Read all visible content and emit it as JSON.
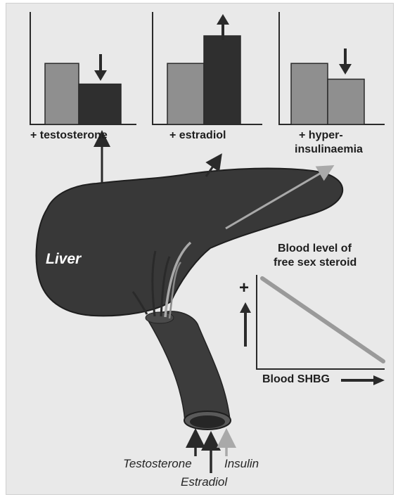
{
  "panels": {
    "testosterone": {
      "label": "+ testosterone",
      "bars": [
        0.62,
        0.41
      ],
      "direction": "down"
    },
    "estradiol": {
      "label": "+ estradiol",
      "bars": [
        0.62,
        0.9
      ],
      "direction": "up"
    },
    "hyperinsulinaemia": {
      "label_line1": "+ hyper-",
      "label_line2": "insulinaemia",
      "bars": [
        0.62,
        0.46
      ],
      "direction": "down"
    }
  },
  "liver": {
    "label": "Liver"
  },
  "graph": {
    "title_line1": "Blood level of",
    "title_line2": "free sex steroid",
    "y_marker": "+",
    "x_label": "Blood SHBG"
  },
  "inputs": {
    "testosterone": "Testosterone",
    "insulin": "Insulin",
    "estradiol": "Estradiol"
  },
  "colors": {
    "background": "#e9e9e9",
    "organ": "#3a3a3a",
    "bar_light": "#8f8f8f",
    "bar_dark": "#2f2f2f",
    "insulin_arrow": "#a9a9a9"
  }
}
